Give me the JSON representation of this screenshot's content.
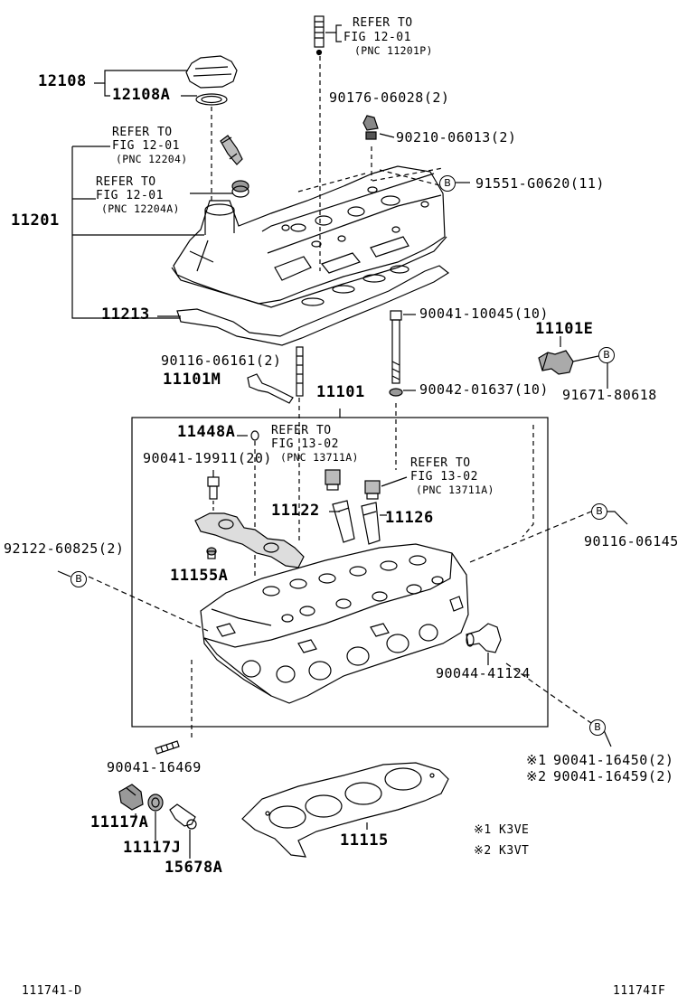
{
  "diagram": {
    "parts": {
      "p12108": "12108",
      "p12108A": "12108A",
      "p11201": "11201",
      "p11213": "11213",
      "p11101": "11101",
      "p11101M": "11101M",
      "p11101E": "11101E",
      "p11448A": "11448A",
      "p11122": "11122",
      "p11126": "11126",
      "p11155A": "11155A",
      "p11117A": "11117A",
      "p11117J": "11117J",
      "p15678A": "15678A",
      "p11115": "11115"
    },
    "numbers": {
      "n90176": "90176-06028(2)",
      "n90210": "90210-06013(2)",
      "n91551": "91551-G0620(11)",
      "n90041_10045": "90041-10045(10)",
      "n90042": "90042-01637(10)",
      "n91671": "91671-80618",
      "n90116_06161": "90116-06161(2)",
      "n90041_19911": "90041-19911(20)",
      "n92122": "92122-60825(2)",
      "n90116_06145": "90116-06145",
      "n90044": "90044-41124",
      "n90041_16469": "90041-16469",
      "n90041_16450": "90041-16450(2)",
      "n90041_16459": "90041-16459(2)"
    },
    "refers": {
      "r1": {
        "line1": "REFER TO",
        "line2": "FIG 12-01",
        "line3": "(PNC 11201P)"
      },
      "r2": {
        "line1": "REFER TO",
        "line2": "FIG 12-01",
        "line3": "(PNC 12204)"
      },
      "r3": {
        "line1": "REFER TO",
        "line2": "FIG 12-01",
        "line3": "(PNC 12204A)"
      },
      "r4": {
        "line1": "REFER TO",
        "line2": "FIG 13-02",
        "line3": "(PNC 13711A)"
      },
      "r5": {
        "line1": "REFER TO",
        "line2": "FIG 13-02",
        "line3": "(PNC 13711A)"
      }
    },
    "marker": "B",
    "notes": {
      "mark1": "※1",
      "mark2": "※2",
      "note1": "※1 K3VE",
      "note2": "※2 K3VT"
    },
    "footer": {
      "left": "111741-D",
      "right": "11174IF"
    }
  }
}
